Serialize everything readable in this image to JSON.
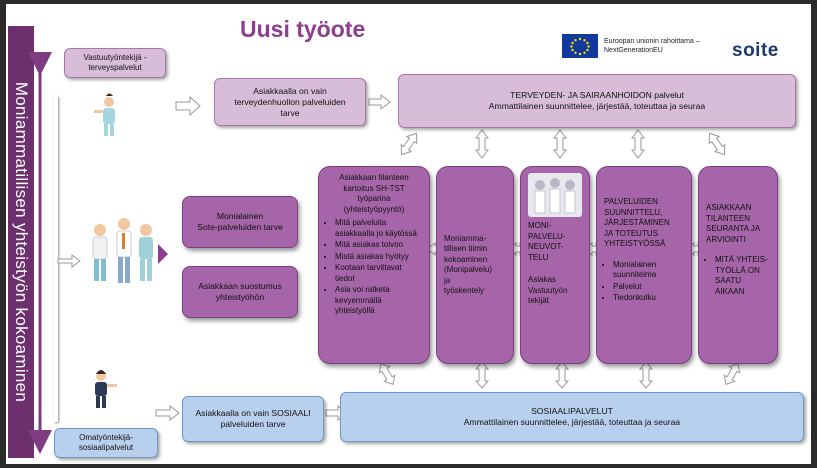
{
  "title": "Uusi työote",
  "side_label": "Moniammatillisen yhteistyön kokoaminen",
  "logos": {
    "eu_text_line1": "Euroopan unionin rahoittama –",
    "eu_text_line2": "NextGenerationEU",
    "soite": "soite"
  },
  "top_label": "Vastuutyöntekijä -\nterveyspalvelut",
  "bottom_label": "Omatyöntekijä-\nsosiaalipalvelut",
  "health_need": "Asiakkaalla on vain\nterveydenhuollon palveluiden\ntarve",
  "health_services": {
    "heading": "TERVEYDEN- JA SAIRAANHOIDON palvelut",
    "text": "Ammattilainen suunnittelee, järjestää, toteuttaa ja seuraa"
  },
  "multi_need": "Monialainen\nSote-palveluiden tarve",
  "consent": "Asiakkaan suostumus\nyhteistyöhön",
  "columns": {
    "c1": {
      "heading": "Asiakkaan tilanteen\nkartoitus SH-TST\ntyöparina\n(yhteistyöpyyntö)",
      "items": [
        "Mitä palveluita asiakkaalla jo käytössä",
        "Mitä asiakas toivoo",
        "Mistä asiakas hyötyy",
        "Kootaan tarvittavat tiedot",
        "Asia voi ratketa kevyemmällä yhteistyöllä"
      ]
    },
    "c2": {
      "heading": "Moniamma-\ntillisen tiimin\nkokoaminen\n(Monipalvelu)\nja\ntyöskentely"
    },
    "c3": {
      "heading": "MONI-\nPALVELU-\nNEUVOT-\nTELU",
      "sub": "Asiakas\nVastuutyön\ntekijät"
    },
    "c4": {
      "heading": "PALVELUIDEN\nSUUNNITTELU,\nJÄRJESTÄMINEN\nJA TOTEUTUS\nYHTEISTYÖSSÄ",
      "items": [
        "Monialainen suunnitelma",
        "Palvelut",
        "Tiedonkulku"
      ]
    },
    "c5": {
      "heading": "ASIAKKAAN\nTILANTEEN\nSEURANTA JA\nARVIOINTI",
      "items": [
        "MITÄ YHTEIS-TYÖLLÄ ON SAATU AIKAAN"
      ]
    }
  },
  "social_need": "Asiakkaalla on vain SOSIAALI\npalveluiden tarve",
  "social_services": {
    "heading": "SOSIAALIPALVELUT",
    "text": "Ammattilainen suunnittelee, järjestää, toteuttaa ja seuraa"
  },
  "colors": {
    "purple": "#a565a8",
    "lilac": "#d8bdd9",
    "blue": "#b8d0ee",
    "side": "#6d2f6e",
    "title": "#8e3d91"
  }
}
